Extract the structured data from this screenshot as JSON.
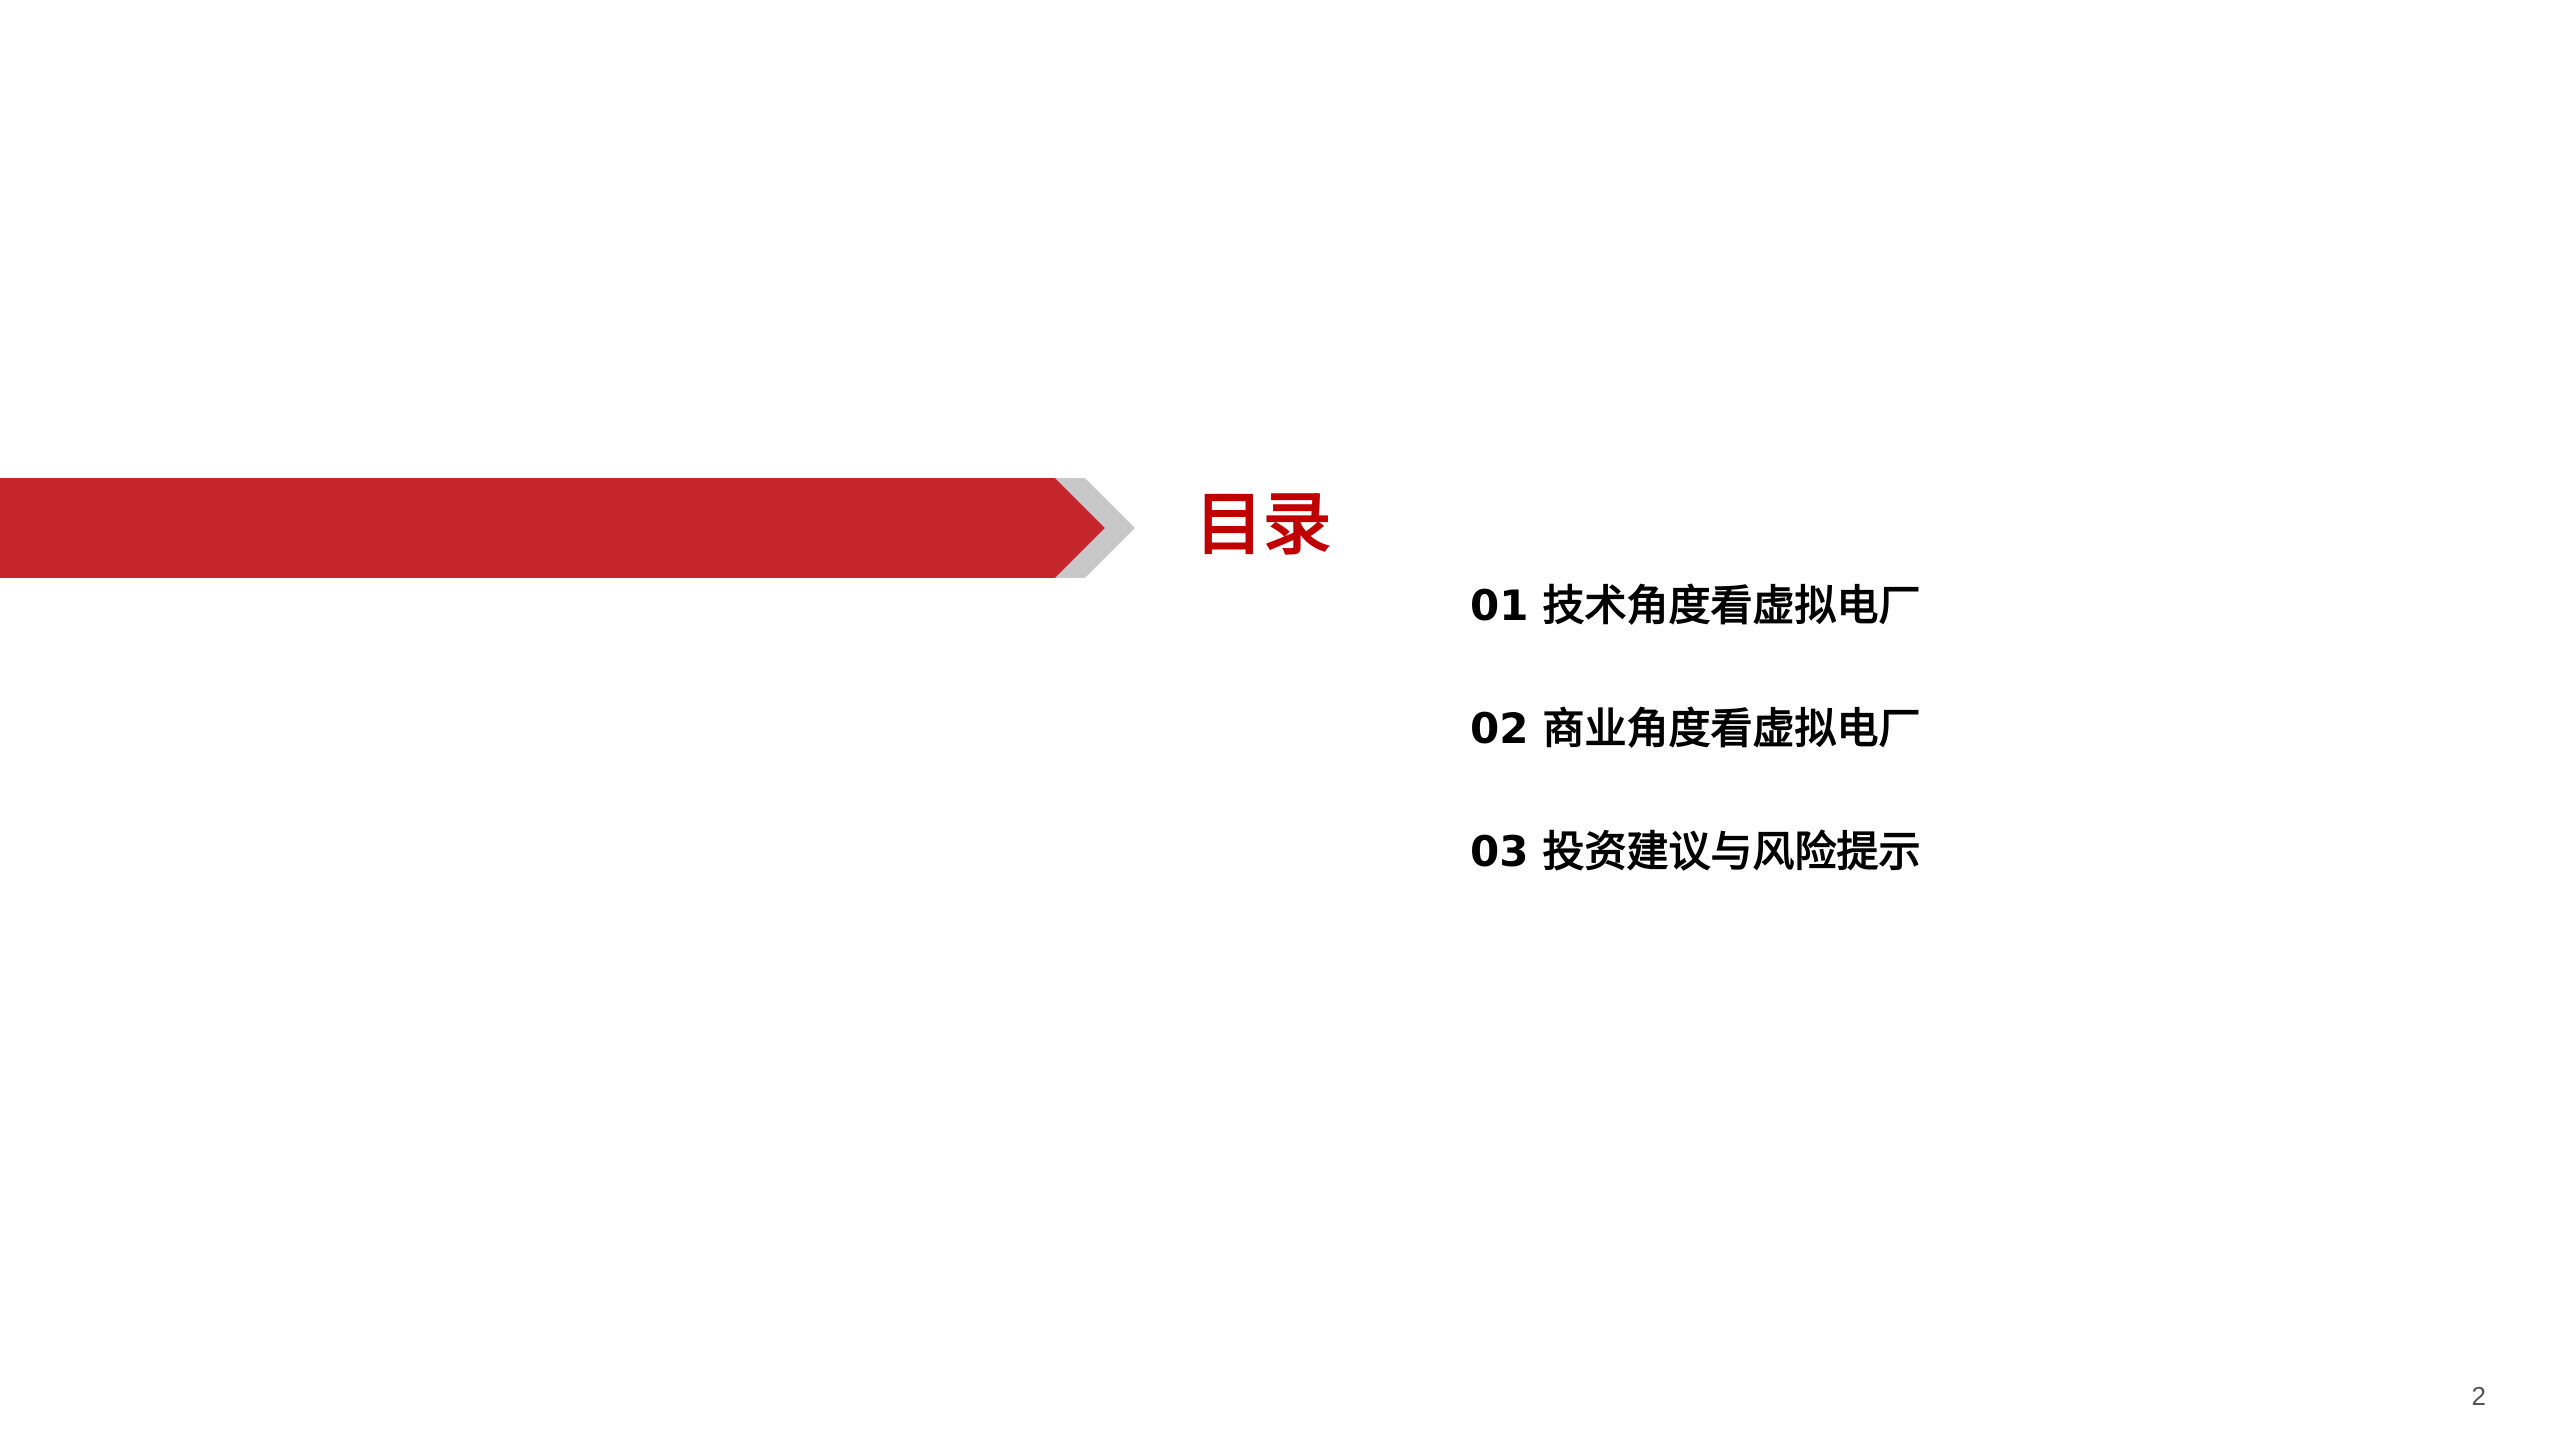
{
  "colors": {
    "accent_red": "#C4262B",
    "title_red": "#C00000",
    "chevron_gray": "#C8C8C8",
    "text": "#000000",
    "background": "#FFFFFF"
  },
  "banner": {
    "icon": "arrow-banner-icon"
  },
  "toc": {
    "title": "目录",
    "items": [
      {
        "number": "01",
        "label": "技术角度看虚拟电厂"
      },
      {
        "number": "02",
        "label": "商业角度看虚拟电厂"
      },
      {
        "number": "03",
        "label": "投资建议与风险提示"
      }
    ]
  },
  "footer": {
    "page_number": "2"
  }
}
